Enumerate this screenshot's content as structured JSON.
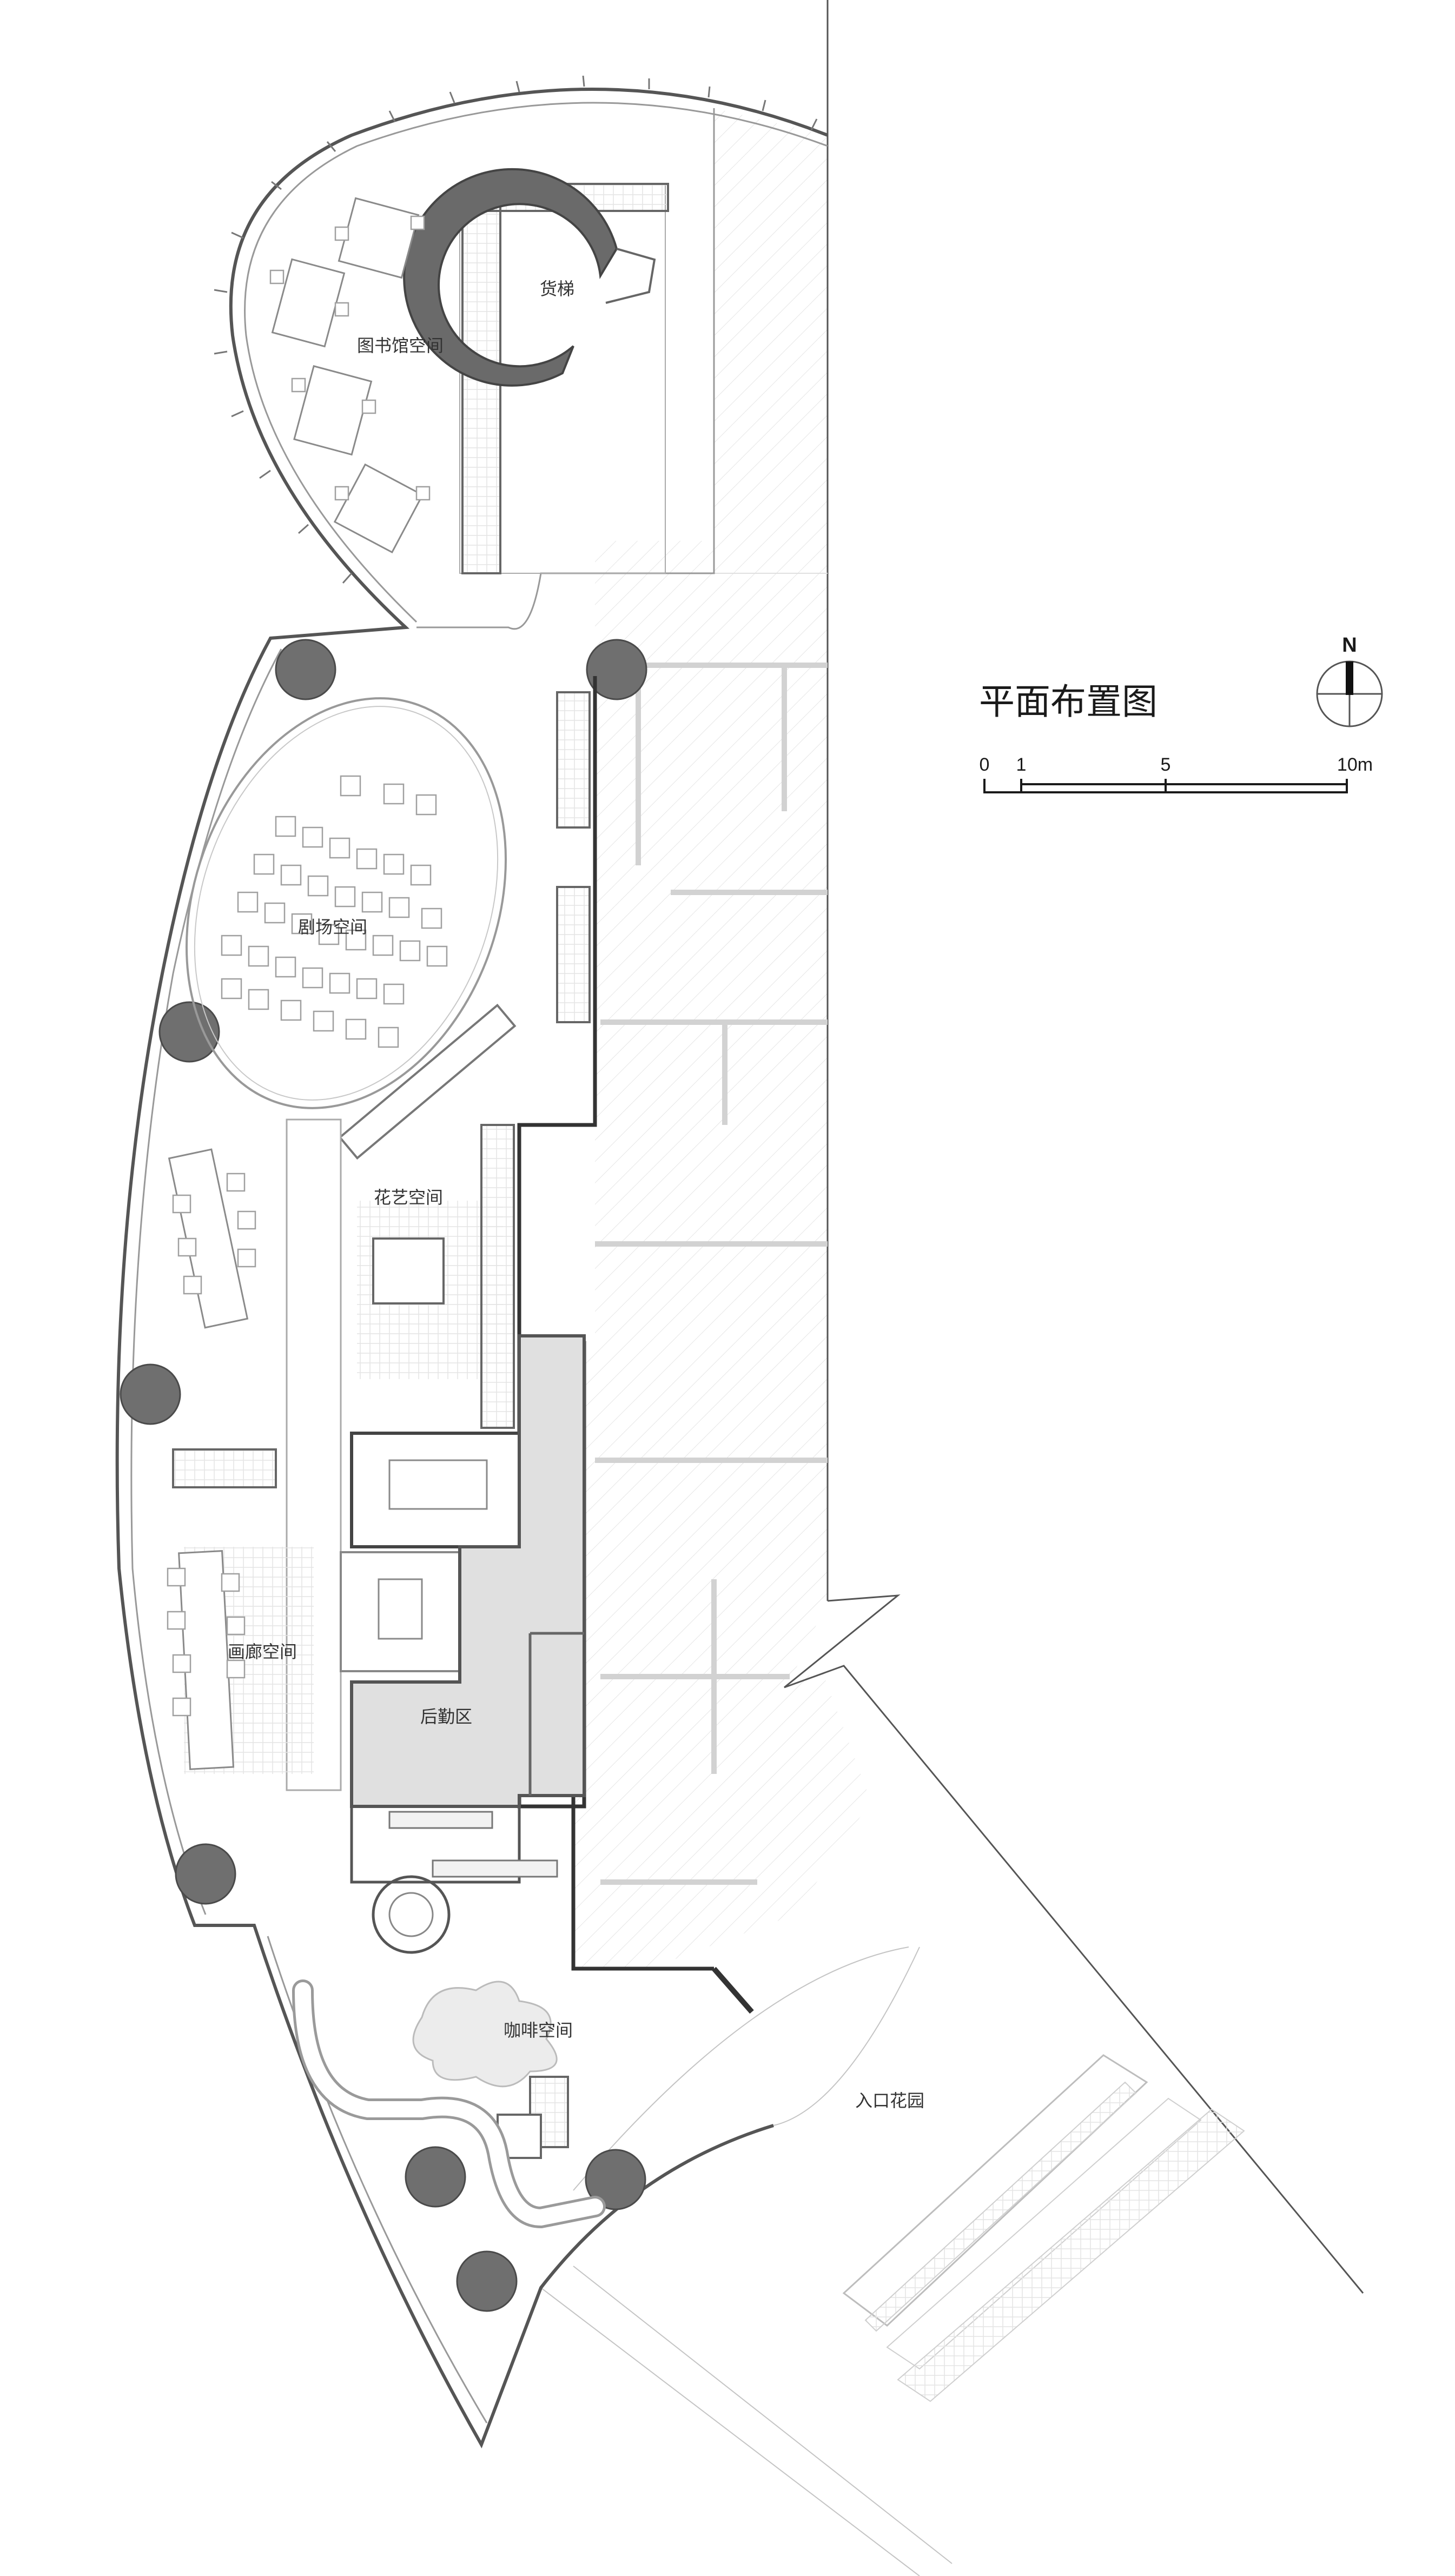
{
  "title": "平面布置图",
  "rooms": {
    "library": "图书馆空间",
    "freight_elevator": "货梯",
    "theater": "剧场空间",
    "floral": "花艺空间",
    "gallery": "画廊空间",
    "logistics": "后勤区",
    "cafe": "咖啡空间",
    "entrance_garden": "入口花园"
  },
  "scale_bar": {
    "ticks": [
      "0",
      "1",
      "5",
      "10m"
    ]
  },
  "north_arrow": {
    "label": "N"
  }
}
